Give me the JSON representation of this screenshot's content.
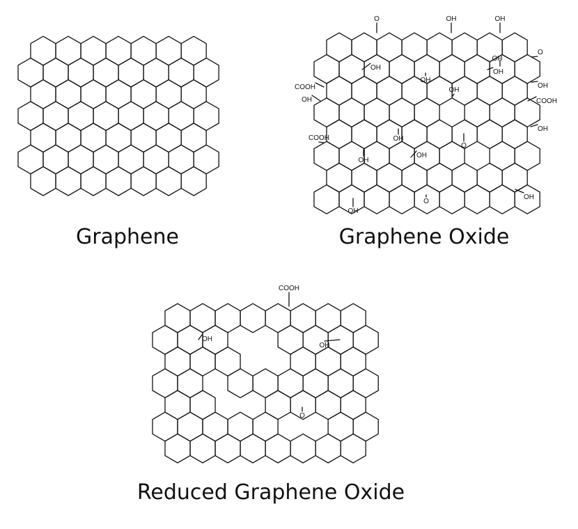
{
  "panels": [
    {
      "id": "graphene",
      "caption": "Graphene",
      "labels": []
    },
    {
      "id": "graphene-oxide",
      "caption": "Graphene Oxide",
      "labels": [
        {
          "name": "carbonyl-label",
          "text": "O"
        },
        {
          "name": "hydroxyl-label",
          "text": "OH"
        },
        {
          "name": "hydroxyl-label",
          "text": "OH"
        },
        {
          "name": "carbonyl-label",
          "text": "O"
        },
        {
          "name": "hydroxyl-label",
          "text": "OH"
        },
        {
          "name": "hydroxyl-label",
          "text": "OH"
        },
        {
          "name": "hydroxyl-label",
          "text": "OH"
        },
        {
          "name": "carboxyl-label",
          "text": "COOH"
        },
        {
          "name": "hydroxyl-label",
          "text": "OH"
        },
        {
          "name": "hydroxyl-label",
          "text": "OH"
        },
        {
          "name": "hydroxyl-label",
          "text": "OH"
        },
        {
          "name": "carboxyl-label",
          "text": "COOH"
        },
        {
          "name": "hydroxyl-label",
          "text": "OH"
        },
        {
          "name": "hydroxyl-label",
          "text": "OH"
        },
        {
          "name": "carbonyl-label",
          "text": "O"
        },
        {
          "name": "carboxyl-label",
          "text": "COOH"
        },
        {
          "name": "hydroxyl-label",
          "text": "OH"
        },
        {
          "name": "hydroxyl-label",
          "text": "OH"
        },
        {
          "name": "hydroxyl-label",
          "text": "OH"
        },
        {
          "name": "hydroxyl-label",
          "text": "OH"
        },
        {
          "name": "carbonyl-label",
          "text": "O"
        },
        {
          "name": "hydroxyl-label",
          "text": "OH"
        }
      ]
    },
    {
      "id": "reduced-graphene-oxide",
      "caption": "Reduced Graphene Oxide",
      "labels": [
        {
          "name": "carboxyl-label",
          "text": "COOH"
        },
        {
          "name": "hydroxyl-label",
          "text": "OH"
        },
        {
          "name": "hydroxyl-label",
          "text": "OH"
        },
        {
          "name": "carbonyl-label",
          "text": "O"
        }
      ]
    }
  ]
}
